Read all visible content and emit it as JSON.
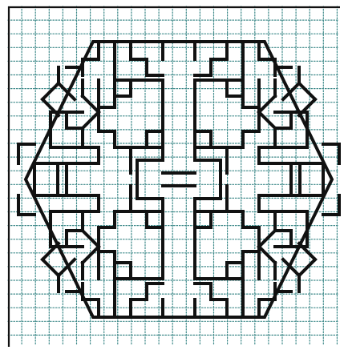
{
  "figure": {
    "kind": "hexagonal lattice pattern on dotted grid",
    "colors": {
      "background": "#ffffff",
      "grid_dots": "#3f8a8a",
      "ink": "#111111"
    },
    "grid": {
      "visible": true,
      "style": "dotted"
    },
    "icons": [
      "hexagon-outline",
      "lattice-pattern"
    ]
  }
}
